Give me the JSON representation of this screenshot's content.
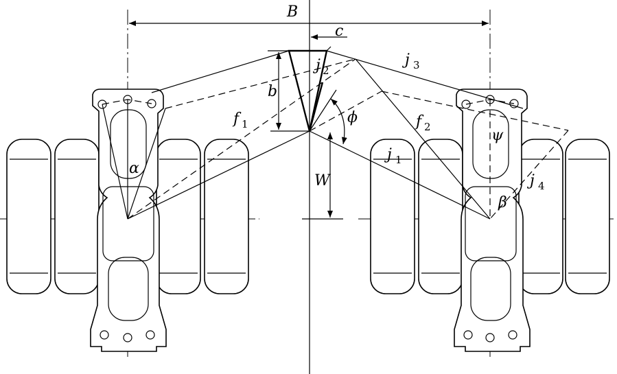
{
  "labels": {
    "B": "B",
    "c": "c",
    "j2": "j",
    "j2_sub": "2",
    "j3": "j",
    "j3_sub": "3",
    "b": "b",
    "f1": "f",
    "f1_sub": "1",
    "phi": "ϕ",
    "f2": "f",
    "f2_sub": "2",
    "psi": "ψ",
    "j1": "j",
    "j1_sub": "1",
    "W": "W",
    "alpha": "α",
    "j4": "j",
    "j4_sub": "4",
    "beta": "β"
  }
}
